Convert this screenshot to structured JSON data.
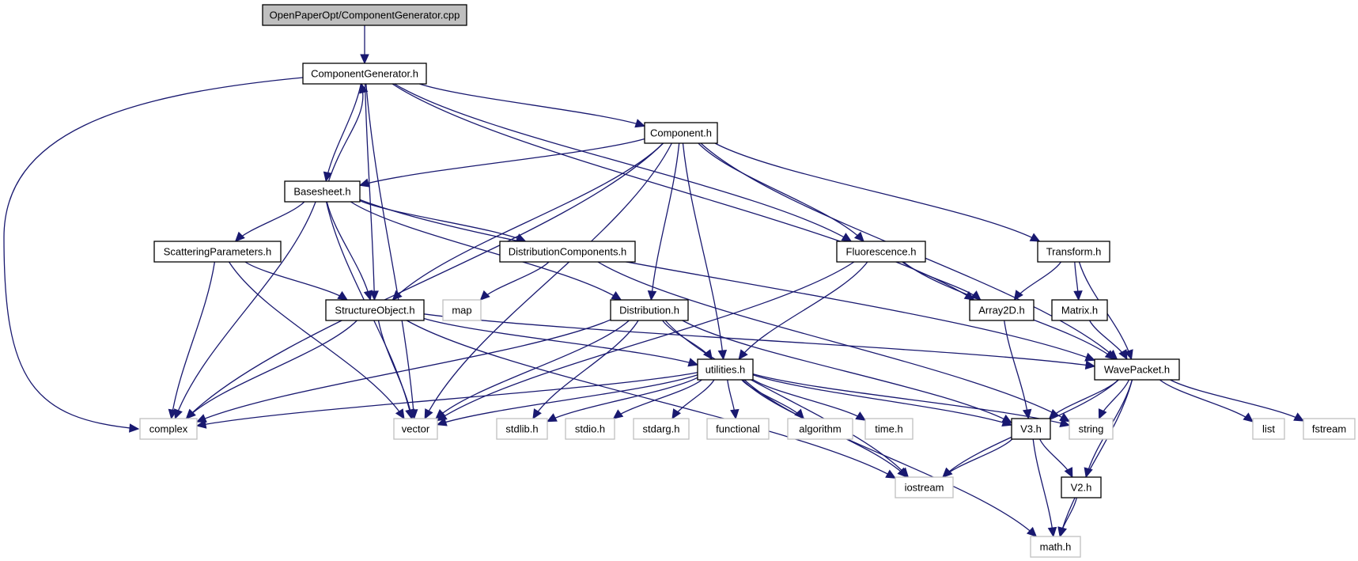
{
  "title": "OpenPaperOpt/ComponentGenerator.cpp include dependency graph",
  "colors": {
    "edge": "#191970",
    "root_fill": "#bfbfbf",
    "root_border": "#000000",
    "local_border": "#000000",
    "system_border": "#c0c0c0",
    "node_fill": "#ffffff"
  },
  "nodes": [
    {
      "id": "root",
      "label": "OpenPaperOpt/ComponentGenerator.cpp",
      "kind": "root"
    },
    {
      "id": "ComponentGenerator",
      "label": "ComponentGenerator.h",
      "kind": "local"
    },
    {
      "id": "Component",
      "label": "Component.h",
      "kind": "local"
    },
    {
      "id": "Basesheet",
      "label": "Basesheet.h",
      "kind": "local"
    },
    {
      "id": "ScatteringParameters",
      "label": "ScatteringParameters.h",
      "kind": "local"
    },
    {
      "id": "DistributionComponents",
      "label": "DistributionComponents.h",
      "kind": "local"
    },
    {
      "id": "Fluorescence",
      "label": "Fluorescence.h",
      "kind": "local"
    },
    {
      "id": "Transform",
      "label": "Transform.h",
      "kind": "local"
    },
    {
      "id": "StructureObject",
      "label": "StructureObject.h",
      "kind": "local"
    },
    {
      "id": "map",
      "label": "map",
      "kind": "system"
    },
    {
      "id": "Distribution",
      "label": "Distribution.h",
      "kind": "local"
    },
    {
      "id": "Array2D",
      "label": "Array2D.h",
      "kind": "local"
    },
    {
      "id": "Matrix",
      "label": "Matrix.h",
      "kind": "local"
    },
    {
      "id": "utilities",
      "label": "utilities.h",
      "kind": "local"
    },
    {
      "id": "WavePacket",
      "label": "WavePacket.h",
      "kind": "local"
    },
    {
      "id": "complex",
      "label": "complex",
      "kind": "system"
    },
    {
      "id": "vector",
      "label": "vector",
      "kind": "system"
    },
    {
      "id": "stdlib",
      "label": "stdlib.h",
      "kind": "system"
    },
    {
      "id": "stdio",
      "label": "stdio.h",
      "kind": "system"
    },
    {
      "id": "stdarg",
      "label": "stdarg.h",
      "kind": "system"
    },
    {
      "id": "functional",
      "label": "functional",
      "kind": "system"
    },
    {
      "id": "algorithm",
      "label": "algorithm",
      "kind": "system"
    },
    {
      "id": "time",
      "label": "time.h",
      "kind": "system"
    },
    {
      "id": "V3",
      "label": "V3.h",
      "kind": "local"
    },
    {
      "id": "string",
      "label": "string",
      "kind": "system"
    },
    {
      "id": "list",
      "label": "list",
      "kind": "system"
    },
    {
      "id": "fstream",
      "label": "fstream",
      "kind": "system"
    },
    {
      "id": "iostream",
      "label": "iostream",
      "kind": "system"
    },
    {
      "id": "V2",
      "label": "V2.h",
      "kind": "local"
    },
    {
      "id": "math",
      "label": "math.h",
      "kind": "system"
    }
  ],
  "edges": [
    [
      "root",
      "ComponentGenerator"
    ],
    [
      "ComponentGenerator",
      "Component"
    ],
    [
      "ComponentGenerator",
      "Basesheet"
    ],
    [
      "ComponentGenerator",
      "StructureObject"
    ],
    [
      "ComponentGenerator",
      "complex"
    ],
    [
      "ComponentGenerator",
      "vector"
    ],
    [
      "ComponentGenerator",
      "Fluorescence"
    ],
    [
      "ComponentGenerator",
      "Array2D"
    ],
    [
      "Basesheet",
      "ComponentGenerator"
    ],
    [
      "Component",
      "Basesheet"
    ],
    [
      "Component",
      "StructureObject"
    ],
    [
      "Component",
      "Distribution"
    ],
    [
      "Component",
      "utilities"
    ],
    [
      "Component",
      "vector"
    ],
    [
      "Component",
      "complex"
    ],
    [
      "Component",
      "Fluorescence"
    ],
    [
      "Component",
      "Transform"
    ],
    [
      "Component",
      "WavePacket"
    ],
    [
      "Basesheet",
      "ScatteringParameters"
    ],
    [
      "Basesheet",
      "DistributionComponents"
    ],
    [
      "Basesheet",
      "StructureObject"
    ],
    [
      "Basesheet",
      "Distribution"
    ],
    [
      "Basesheet",
      "WavePacket"
    ],
    [
      "Basesheet",
      "complex"
    ],
    [
      "Basesheet",
      "vector"
    ],
    [
      "ScatteringParameters",
      "StructureObject"
    ],
    [
      "ScatteringParameters",
      "complex"
    ],
    [
      "ScatteringParameters",
      "vector"
    ],
    [
      "DistributionComponents",
      "map"
    ],
    [
      "DistributionComponents",
      "string"
    ],
    [
      "Fluorescence",
      "Array2D"
    ],
    [
      "Fluorescence",
      "WavePacket"
    ],
    [
      "Fluorescence",
      "utilities"
    ],
    [
      "Fluorescence",
      "vector"
    ],
    [
      "Transform",
      "Array2D"
    ],
    [
      "Transform",
      "Matrix"
    ],
    [
      "Transform",
      "WavePacket"
    ],
    [
      "StructureObject",
      "utilities"
    ],
    [
      "StructureObject",
      "WavePacket"
    ],
    [
      "StructureObject",
      "complex"
    ],
    [
      "StructureObject",
      "vector"
    ],
    [
      "StructureObject",
      "iostream"
    ],
    [
      "Distribution",
      "utilities"
    ],
    [
      "Distribution",
      "V3"
    ],
    [
      "Distribution",
      "complex"
    ],
    [
      "Distribution",
      "vector"
    ],
    [
      "Distribution",
      "stdlib"
    ],
    [
      "Distribution",
      "iostream"
    ],
    [
      "Array2D",
      "V3"
    ],
    [
      "Matrix",
      "WavePacket"
    ],
    [
      "utilities",
      "complex"
    ],
    [
      "utilities",
      "vector"
    ],
    [
      "utilities",
      "stdlib"
    ],
    [
      "utilities",
      "stdio"
    ],
    [
      "utilities",
      "stdarg"
    ],
    [
      "utilities",
      "functional"
    ],
    [
      "utilities",
      "algorithm"
    ],
    [
      "utilities",
      "time"
    ],
    [
      "utilities",
      "V3"
    ],
    [
      "utilities",
      "string"
    ],
    [
      "utilities",
      "iostream"
    ],
    [
      "utilities",
      "math"
    ],
    [
      "WavePacket",
      "V3"
    ],
    [
      "WavePacket",
      "string"
    ],
    [
      "WavePacket",
      "list"
    ],
    [
      "WavePacket",
      "fstream"
    ],
    [
      "WavePacket",
      "iostream"
    ],
    [
      "WavePacket",
      "V2"
    ],
    [
      "WavePacket",
      "math"
    ],
    [
      "V3",
      "iostream"
    ],
    [
      "V3",
      "V2"
    ],
    [
      "V3",
      "math"
    ],
    [
      "V2",
      "math"
    ]
  ]
}
